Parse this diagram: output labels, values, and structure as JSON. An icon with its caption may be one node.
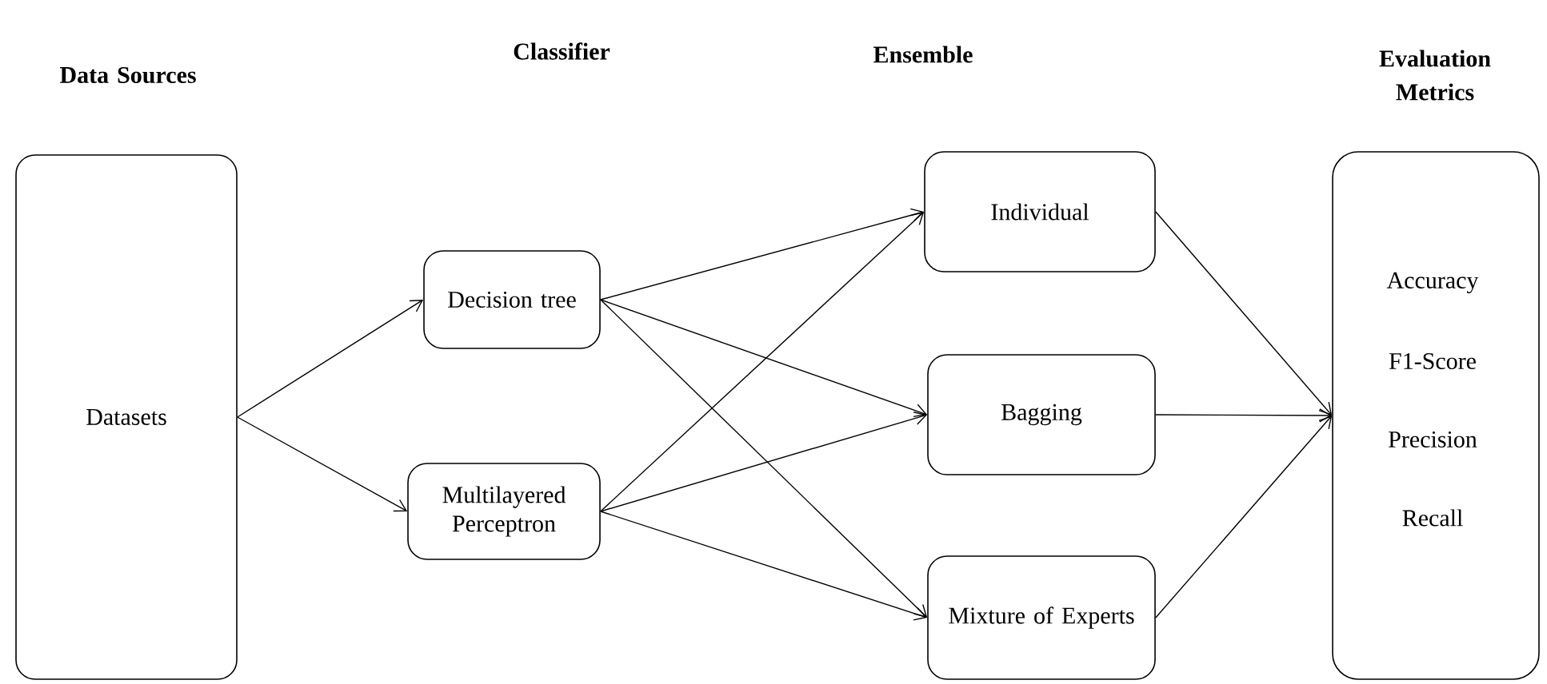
{
  "diagram": {
    "nodes": [
      {
        "text": [
          "Data Sources",
          "Datasets"
        ]
      },
      {
        "text": [
          "Decision tree"
        ]
      },
      {
        "text": [
          "Multilayered Perceptron"
        ]
      },
      {
        "text": [
          "Individual"
        ]
      },
      {
        "text": [
          "Bagging"
        ]
      },
      {
        "text": [
          "Mixture of Experts"
        ]
      },
      {
        "text": [
          "Evaluation Metrics",
          "Accuracy",
          "F1-Score",
          "Precision",
          "Recall"
        ]
      }
    ],
    "edges": [
      {
        "from": 0,
        "to": 1,
        "arrow": "to"
      },
      {
        "from": 0,
        "to": 2,
        "arrow": "to"
      },
      {
        "from": 1,
        "to": 3,
        "arrow": "to"
      },
      {
        "from": 1,
        "to": 4,
        "arrow": "to"
      },
      {
        "from": 1,
        "to": 5,
        "arrow": "to"
      },
      {
        "from": 2,
        "to": 3,
        "arrow": "to"
      },
      {
        "from": 2,
        "to": 4,
        "arrow": "to"
      },
      {
        "from": 2,
        "to": 5,
        "arrow": "to"
      },
      {
        "from": 3,
        "to": 6,
        "arrow": "to"
      },
      {
        "from": 4,
        "to": 6,
        "arrow": "to"
      },
      {
        "from": 5,
        "to": 6,
        "arrow": "to"
      }
    ],
    "labels": [
      "Classifier",
      "Ensemble"
    ]
  }
}
